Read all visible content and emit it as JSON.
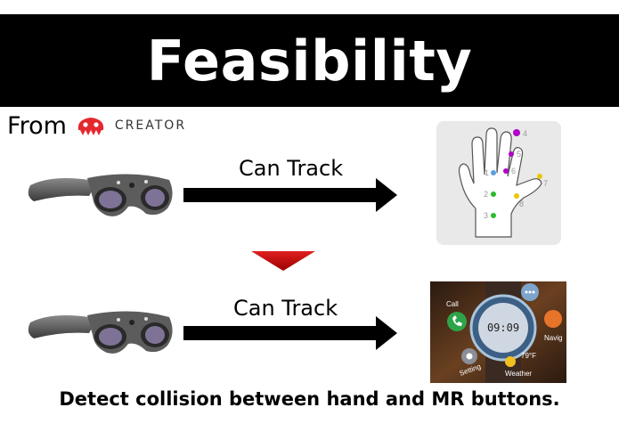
{
  "title": "Feasibility",
  "from": {
    "label": "From",
    "creator_name": "CREATOR",
    "logo_icon": "creator-mascot-icon",
    "logo_color": "#e4282d"
  },
  "rows": [
    {
      "arrow_label": "Can Track",
      "device_icon": "mr-headset-icon",
      "target_icon": "hand-tracking-diagram-icon"
    },
    {
      "arrow_label": "Can Track",
      "device_icon": "mr-headset-icon",
      "target_icon": "watch-ui-buttons-icon"
    }
  ],
  "hand_points": [
    "1",
    "2",
    "3",
    "4",
    "5",
    "6",
    "7",
    "8"
  ],
  "watch_ui": {
    "time": "09:09",
    "call": "Call",
    "setting": "Setting",
    "weather": "Weather",
    "temp": "79°F",
    "navig": "Navig"
  },
  "transition_icon": "down-triangle-icon",
  "transition_color": "#c00000",
  "caption": "Detect collision between hand and MR buttons."
}
